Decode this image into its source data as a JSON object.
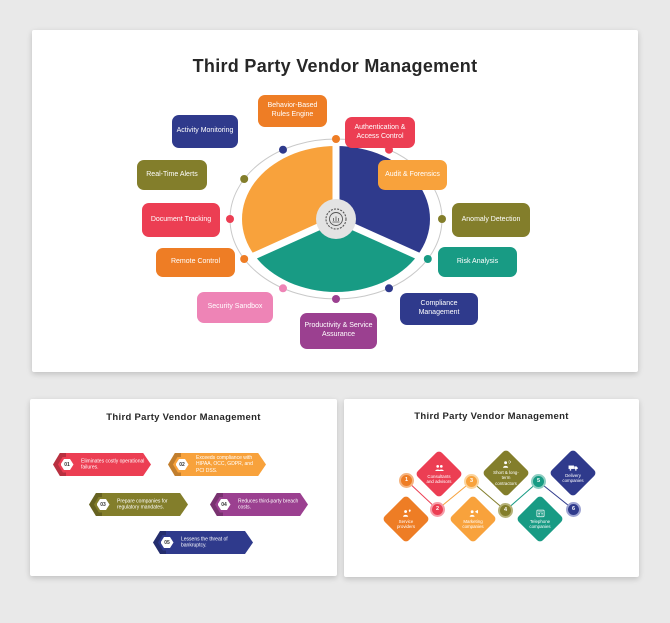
{
  "palette": {
    "orange": "#EE7D25",
    "amber": "#F8A23C",
    "red": "#EC3E53",
    "navy": "#2F3A8C",
    "olive": "#837E2B",
    "teal": "#189B84",
    "pink": "#EE84B6",
    "purple": "#9B4090",
    "background": "#E9E9E9",
    "card_bg": "#FFFFFF",
    "title_text": "#272727",
    "ring_gray": "#C9C9C9",
    "center_circle": "#E3E3E3"
  },
  "slide_main": {
    "title": "Third Party Vendor Management",
    "labels": [
      {
        "text": "Behavior-Based Rules Engine",
        "color": "orange"
      },
      {
        "text": "Activity Monitoring",
        "color": "navy"
      },
      {
        "text": "Authentication & Access Control",
        "color": "red"
      },
      {
        "text": "Real-Time Alerts",
        "color": "olive"
      },
      {
        "text": "Audit & Forensics",
        "color": "amber"
      },
      {
        "text": "Document Tracking",
        "color": "red"
      },
      {
        "text": "Anomaly Detection",
        "color": "olive"
      },
      {
        "text": "Remote Control",
        "color": "orange"
      },
      {
        "text": "Risk Analysis",
        "color": "teal"
      },
      {
        "text": "Security Sandbox",
        "color": "pink"
      },
      {
        "text": "Compliance Management",
        "color": "navy"
      },
      {
        "text": "Productivity & Service Assurance",
        "color": "purple"
      }
    ],
    "pie": [
      "amber",
      "navy",
      "teal"
    ],
    "ring_dots": [
      "olive",
      "amber",
      "red",
      "orange",
      "navy",
      "olive",
      "red",
      "orange",
      "pink",
      "purple",
      "navy",
      "teal"
    ],
    "center_icon": "vendor-badge-icon"
  },
  "slide_list": {
    "title": "Third Party Vendor Management",
    "items": [
      {
        "num": "01",
        "text": "Eliminates costly operational failures.",
        "color": "red"
      },
      {
        "num": "02",
        "text": "Exceeds compliance with HIPAA, OCC, GDPR, and PCI DSS.",
        "color": "amber"
      },
      {
        "num": "03",
        "text": "Prepare companies for regulatory mandates.",
        "color": "olive"
      },
      {
        "num": "04",
        "text": "Reduces third-party breach costs.",
        "color": "purple"
      },
      {
        "num": "05",
        "text": "Lessens the threat of bankruptcy.",
        "color": "navy"
      }
    ]
  },
  "slide_diamonds": {
    "title": "Third Party Vendor Management",
    "items": [
      {
        "num": "1",
        "label": "Service providers",
        "color": "orange",
        "icon": "person-location-icon"
      },
      {
        "num": "2",
        "label": "Consultants and advisors",
        "color": "red",
        "icon": "people-icon"
      },
      {
        "num": "3",
        "label": "Marketing companies",
        "color": "amber",
        "icon": "person-megaphone-icon"
      },
      {
        "num": "4",
        "label": "Short & long-term contractors",
        "color": "olive",
        "icon": "worker-gear-icon"
      },
      {
        "num": "5",
        "label": "Telephone companies",
        "color": "teal",
        "icon": "fax-machine-icon"
      },
      {
        "num": "6",
        "label": "Delivery companies",
        "color": "navy",
        "icon": "truck-icon"
      }
    ]
  }
}
